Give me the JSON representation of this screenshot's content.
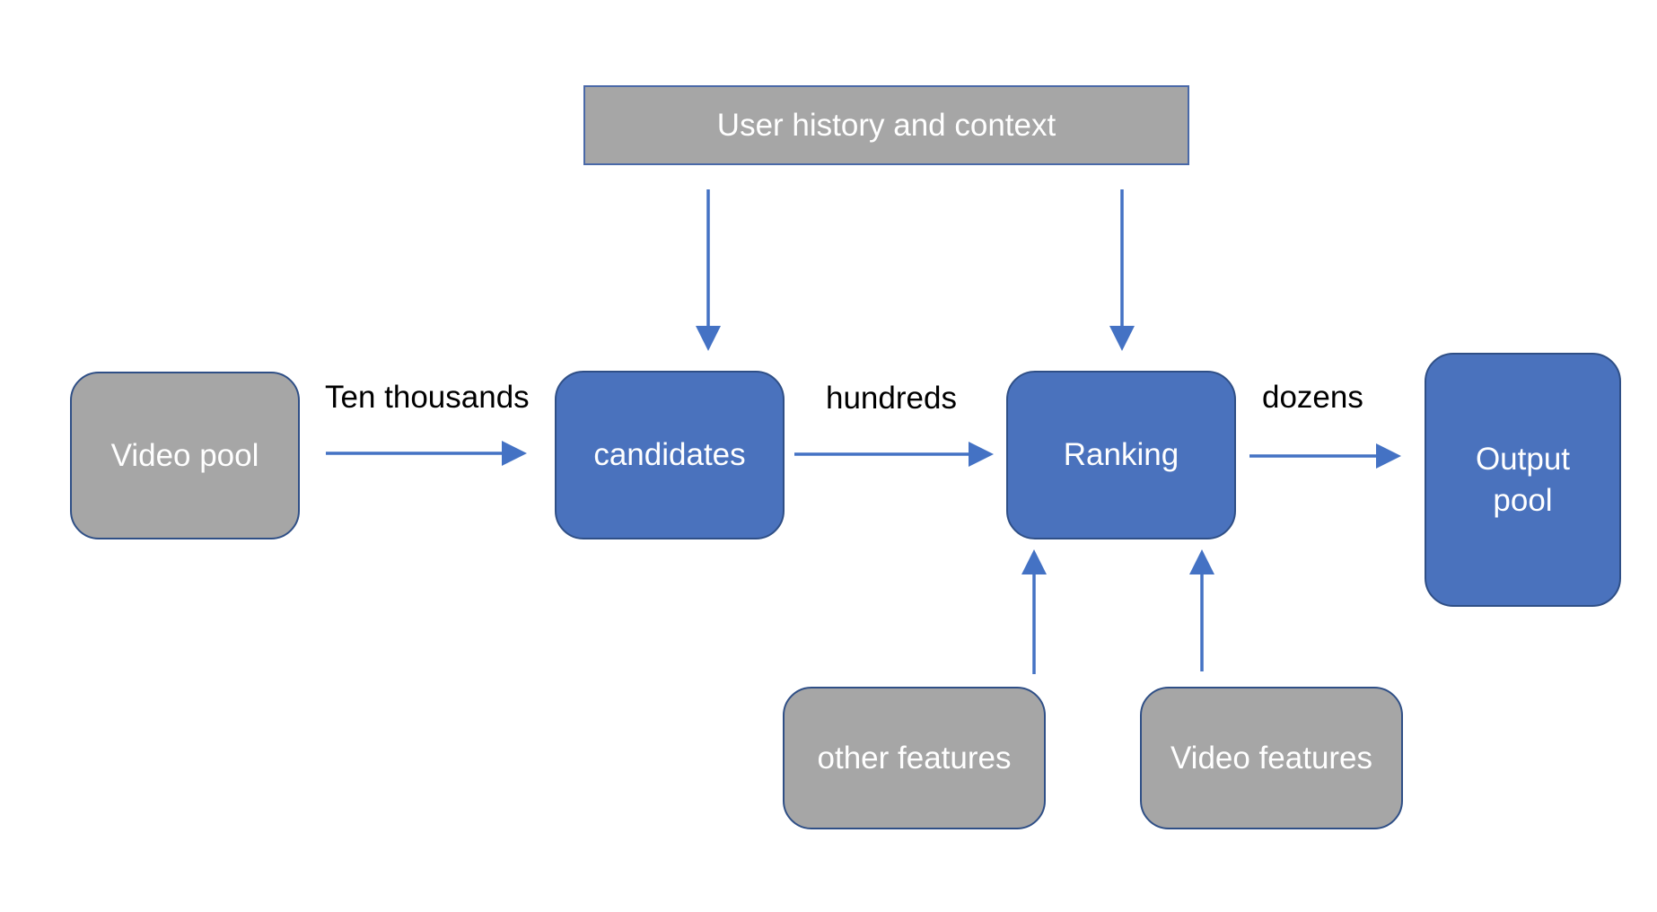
{
  "nodes": {
    "user_history": "User history and context",
    "video_pool": "Video pool",
    "candidates": "candidates",
    "ranking": "Ranking",
    "output_pool": "Output\npool",
    "other_features": "other features",
    "video_features": "Video features"
  },
  "edges": {
    "video_pool_to_candidates": "Ten thousands",
    "candidates_to_ranking": "hundreds",
    "ranking_to_output": "dozens"
  },
  "colors": {
    "gray_box": "#a6a6a6",
    "blue_box": "#4a72bd",
    "arrow": "#4472c4",
    "border": "#2f4f86"
  }
}
